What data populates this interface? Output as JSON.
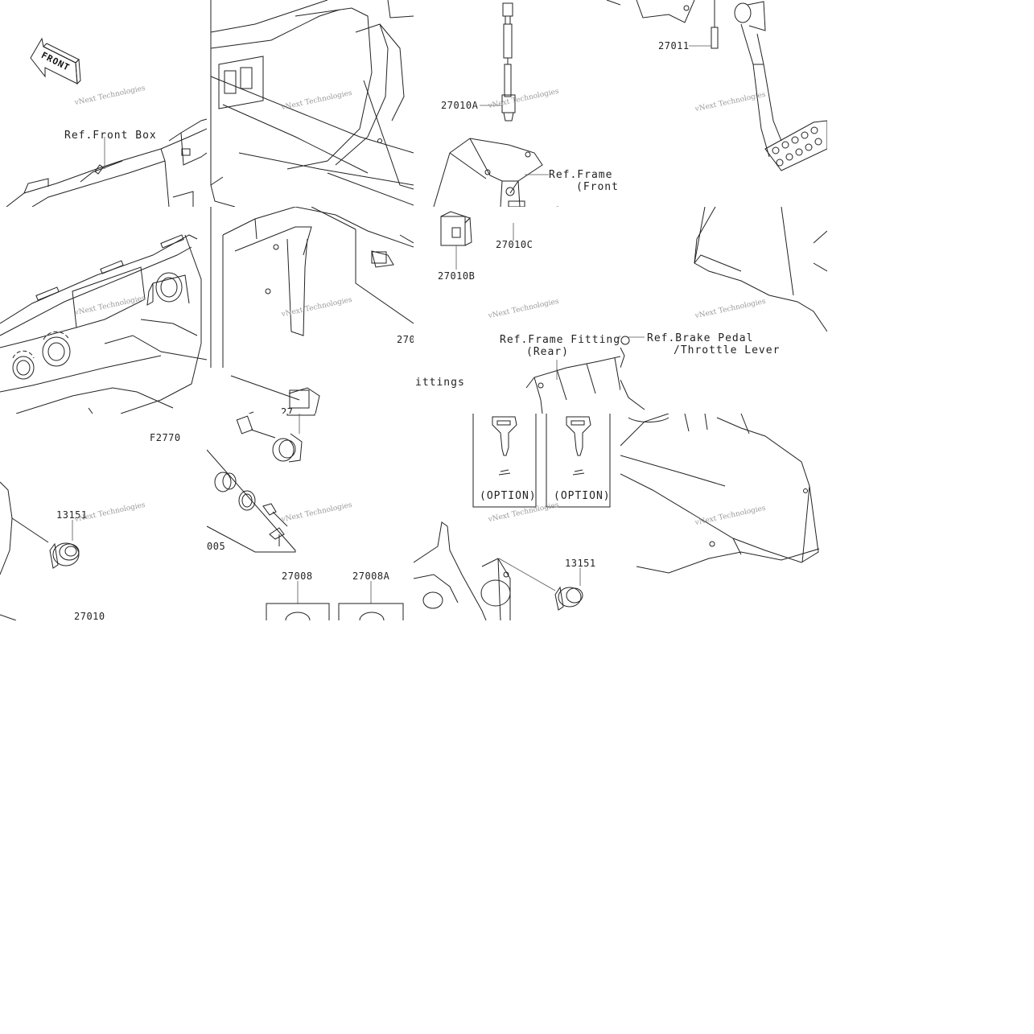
{
  "watermark": "vNext Technologies",
  "front_arrow_label": "FRONT",
  "refs": {
    "front_box": "Ref.Front Box",
    "frame_front_l1": "Ref.Frame F",
    "frame_front_l2": "(Front)",
    "frame_rear_l1": "Ref.Frame Fittings",
    "frame_rear_l2": "(Rear)",
    "brake_l1": "Ref.Brake Pedal",
    "brake_l2": "/Throttle Lever",
    "fittings_partial": "ittings"
  },
  "parts": {
    "p27010A": "27010A",
    "p27010B": "27010B",
    "p27010C": "27010C",
    "p27011": "27011",
    "p270_partial": "270",
    "p27_partial": "27",
    "p005_partial": "005",
    "p13151_a": "13151",
    "p13151_b": "13151",
    "p27010": "27010",
    "p27008": "27008",
    "p27008A": "27008A"
  },
  "option_a": "(OPTION)",
  "option_b": "(OPTION)",
  "figure_code": "F2770"
}
